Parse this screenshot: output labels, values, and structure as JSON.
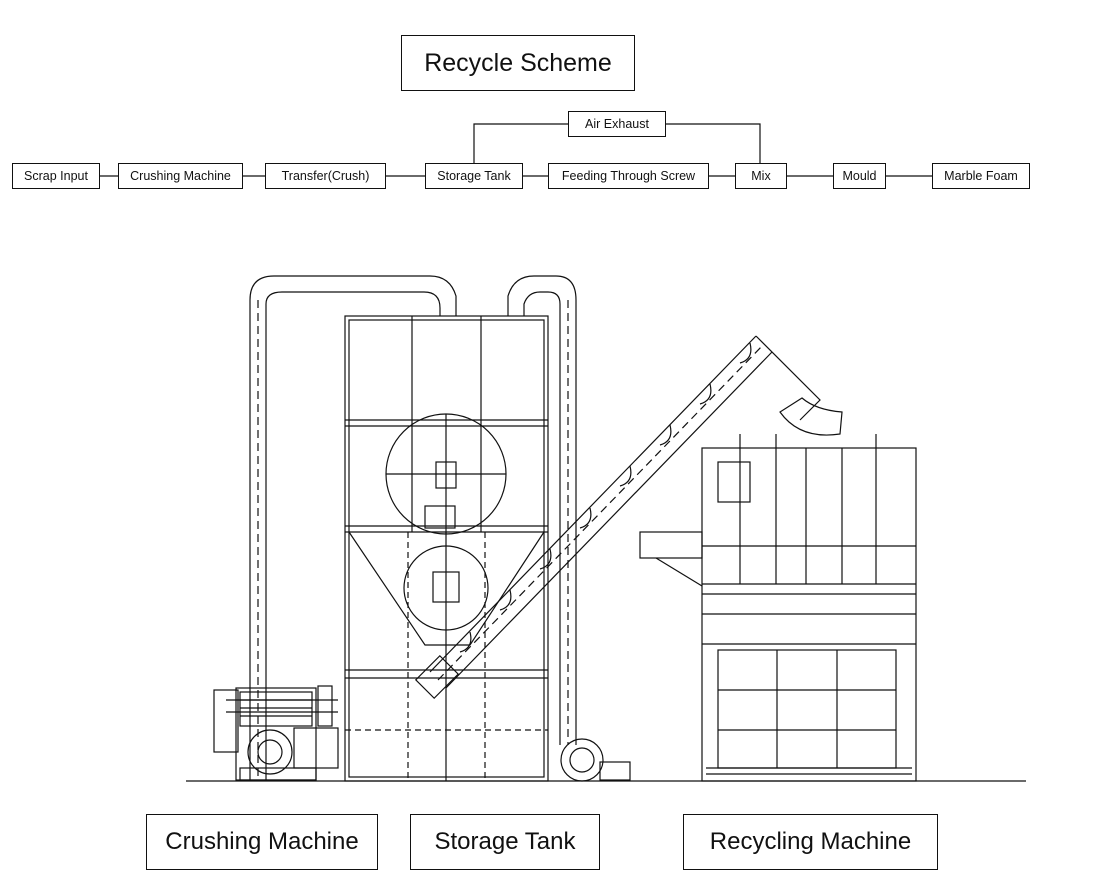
{
  "title": "Recycle Scheme",
  "flow": {
    "air_exhaust": "Air Exhaust",
    "steps": [
      "Scrap Input",
      "Crushing Machine",
      "Transfer(Crush)",
      "Storage Tank",
      "Feeding Through Screw",
      "Mix",
      "Mould",
      "Marble Foam"
    ]
  },
  "labels": {
    "crushing": "Crushing Machine",
    "storage": "Storage Tank",
    "recycling": "Recycling Machine"
  }
}
